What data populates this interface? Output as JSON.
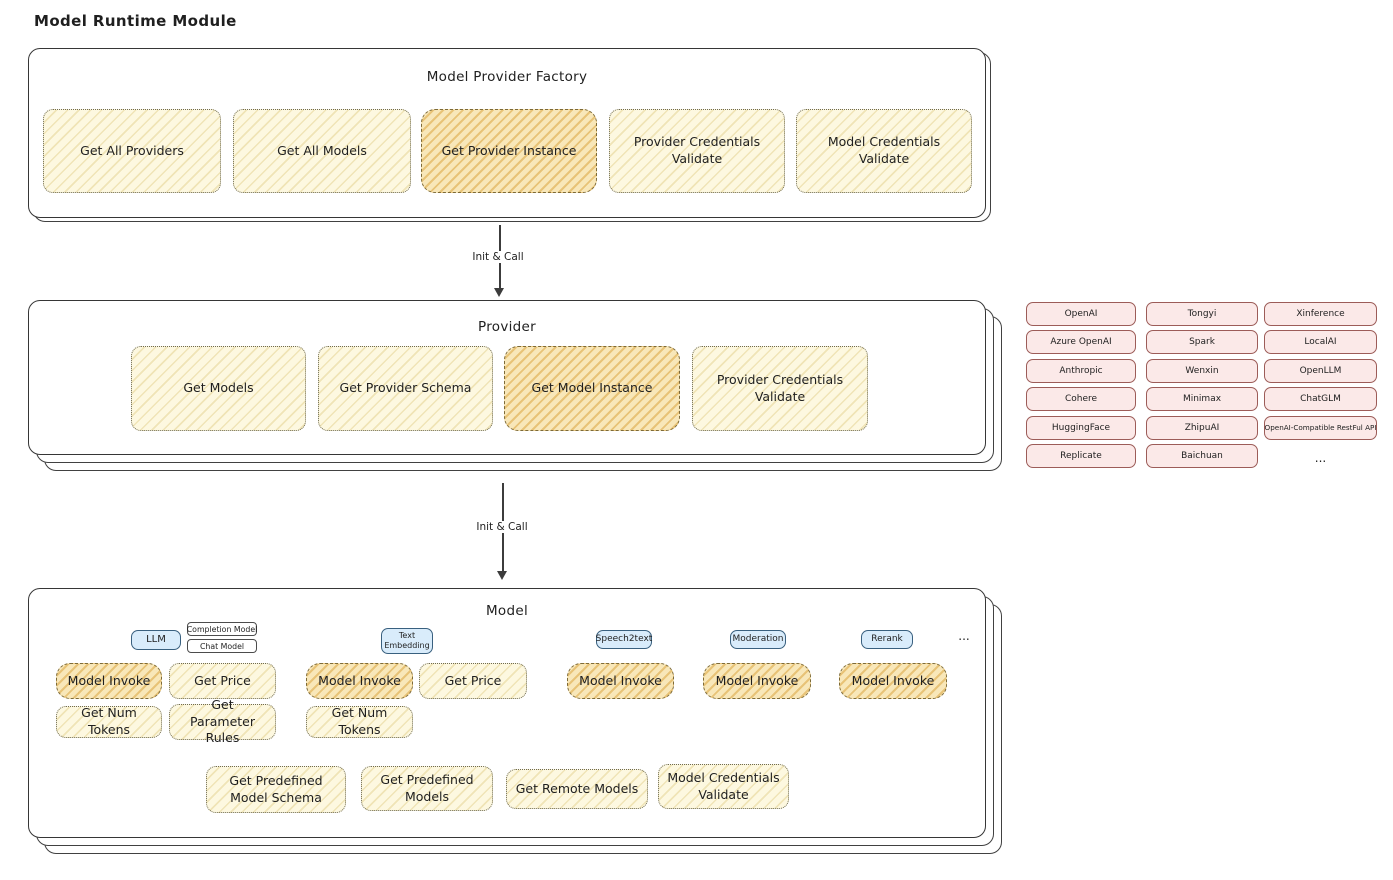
{
  "page": {
    "title": "Model Runtime Module"
  },
  "colors": {
    "node_yellow": "#fdf8e0",
    "node_orange": "#f8e7b9",
    "node_pink": "#fbe9e8",
    "badge_blue": "#d9ecfb"
  },
  "factory": {
    "title": "Model Provider Factory",
    "items": [
      "Get All Providers",
      "Get All Models",
      "Get Provider Instance",
      "Provider Credentials Validate",
      "Model Credentials Validate"
    ]
  },
  "arrow1": {
    "label": "Init & Call"
  },
  "provider": {
    "title": "Provider",
    "items": [
      "Get Models",
      "Get Provider Schema",
      "Get Model Instance",
      "Provider Credentials Validate"
    ]
  },
  "provider_catalog": {
    "col1": [
      "OpenAI",
      "Azure OpenAI",
      "Anthropic",
      "Cohere",
      "HuggingFace",
      "Replicate"
    ],
    "col2": [
      "Tongyi",
      "Spark",
      "Wenxin",
      "Minimax",
      "ZhipuAI",
      "Baichuan"
    ],
    "col3": [
      "Xinference",
      "LocalAI",
      "OpenLLM",
      "ChatGLM",
      "OpenAI-Compatible RestFul API"
    ],
    "more": "..."
  },
  "arrow2": {
    "label": "Init & Call"
  },
  "model": {
    "title": "Model",
    "badges": {
      "llm": "LLM",
      "completion_model": "Completion Model",
      "chat_model": "Chat Model",
      "text_embedding": "Text Embedding",
      "speech2text": "Speech2text",
      "moderation": "Moderation",
      "rerank": "Rerank",
      "more": "..."
    },
    "llm": {
      "invoke": "Model Invoke",
      "get_price": "Get Price",
      "get_num_tokens": "Get Num Tokens",
      "get_parameter_rules": "Get Parameter Rules"
    },
    "text_embedding": {
      "invoke": "Model Invoke",
      "get_price": "Get Price",
      "get_num_tokens": "Get Num Tokens"
    },
    "speech2text": {
      "invoke": "Model Invoke"
    },
    "moderation": {
      "invoke": "Model Invoke"
    },
    "rerank": {
      "invoke": "Model Invoke"
    },
    "common": [
      "Get Predefined Model Schema",
      "Get Predefined Models",
      "Get Remote Models",
      "Model Credentials Validate"
    ]
  }
}
